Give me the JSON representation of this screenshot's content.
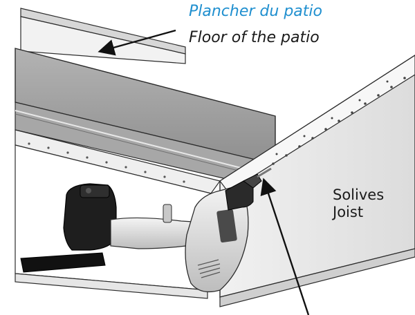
{
  "labels": {
    "floor_fr": "Plancher du patio",
    "floor_en": "Floor of the patio",
    "joist_fr": "Solives",
    "joist_en": "Joist"
  },
  "colors": {
    "french_label": "#1f8fcf",
    "outline": "#2b2b2b",
    "floor_face": "#9e9e9e",
    "joist_face": "#e6e6e6",
    "drill_body": "#d9d9d9",
    "battery": "#1e1e1e"
  },
  "icons": {
    "drill": "cordless-drill",
    "arrows": "pointer-arrow"
  }
}
